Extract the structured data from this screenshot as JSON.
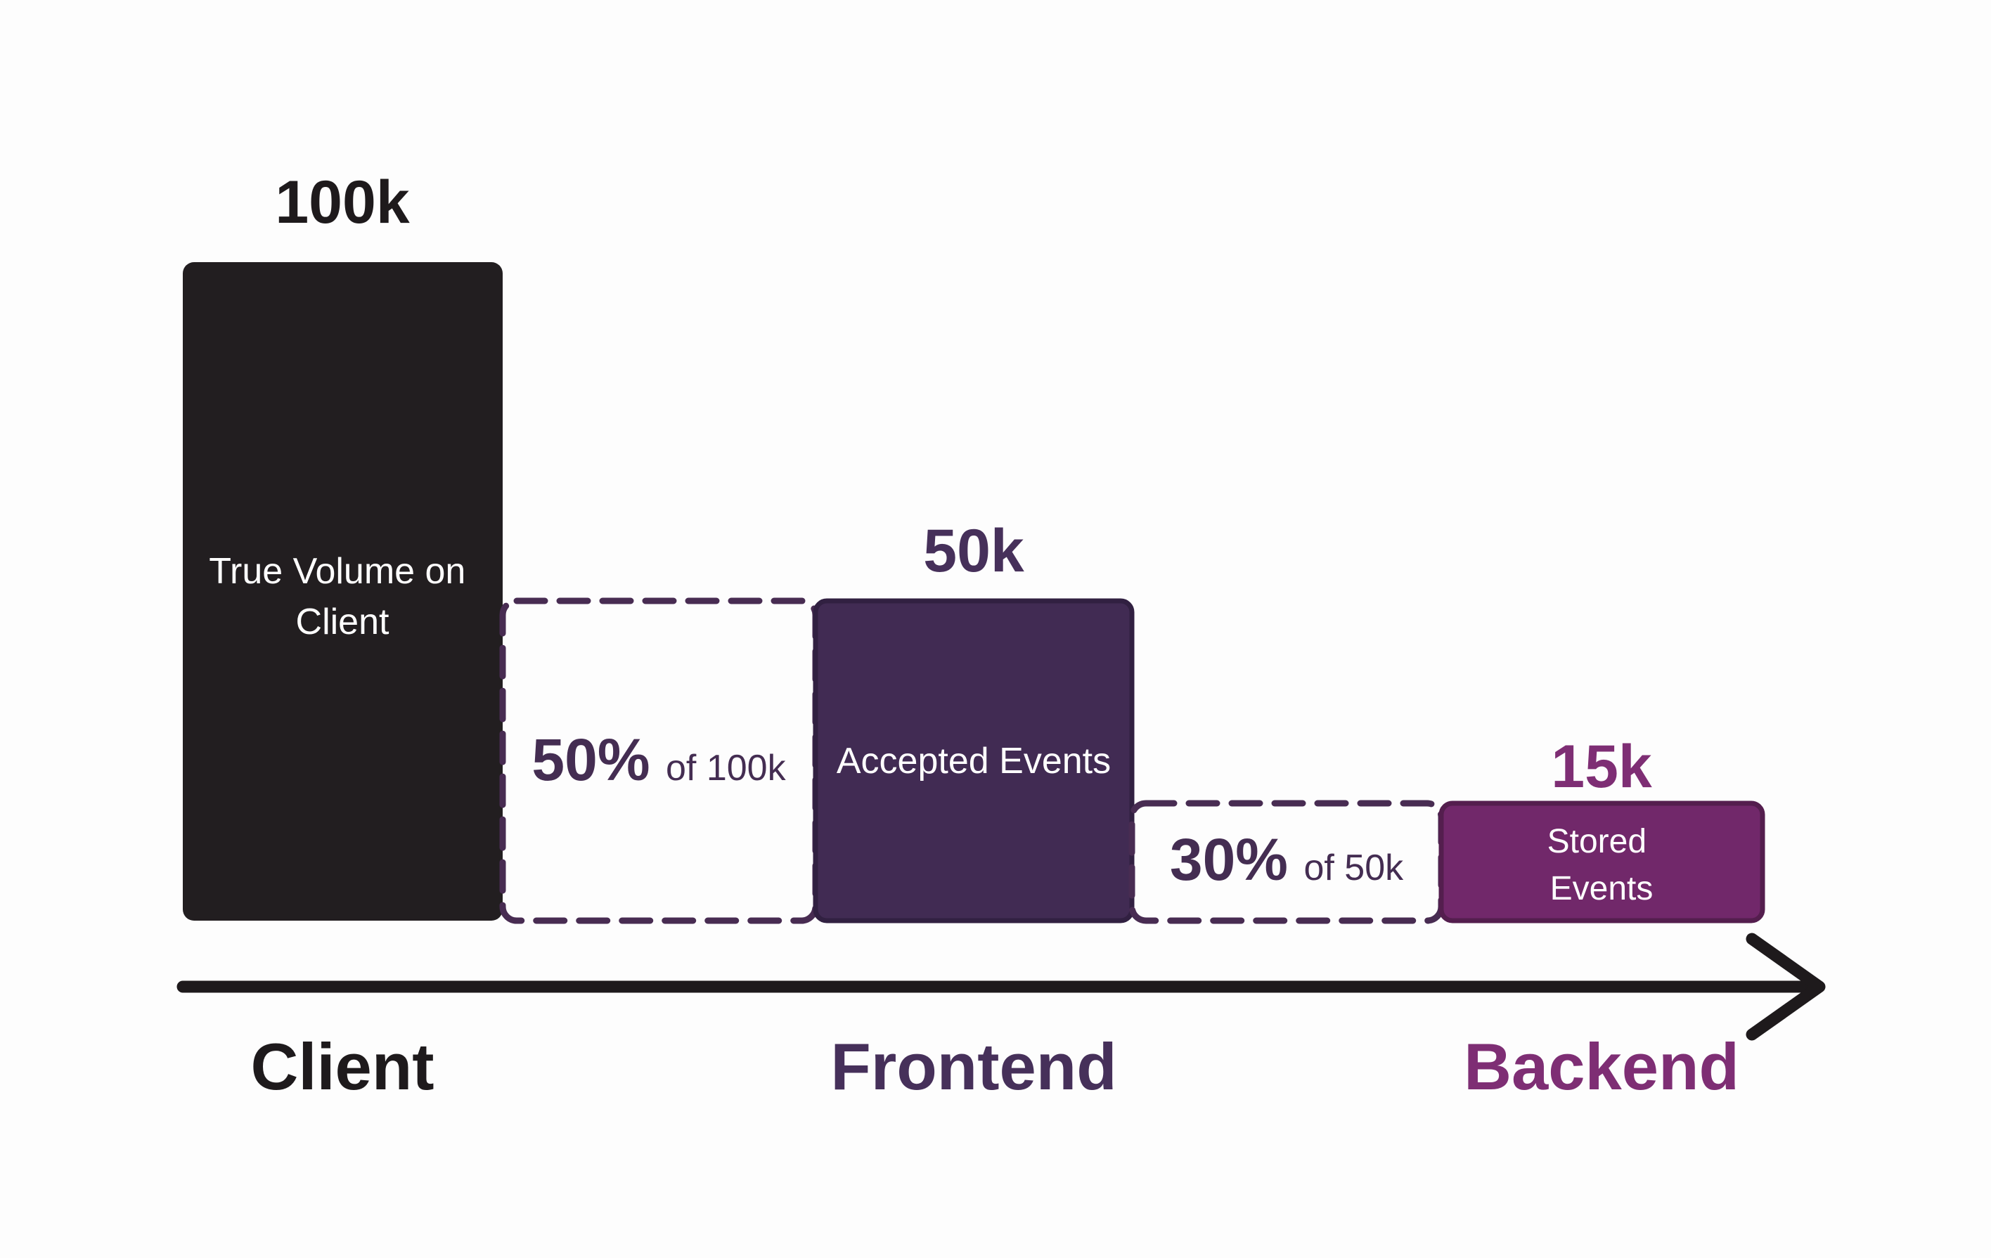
{
  "chart_data": {
    "type": "bar",
    "subtype": "funnel-flow",
    "title": "",
    "flow_axis_stages": [
      "Client",
      "Frontend",
      "Backend"
    ],
    "stages": [
      {
        "stage": "Client",
        "bar_label": "True Volume on Client",
        "bar_label_lines": [
          "True Volume on",
          "Client"
        ],
        "value": 100000,
        "value_label": "100k",
        "bar_color": "#221e20",
        "label_color": "#1e1a1c"
      },
      {
        "stage": "Frontend",
        "bar_label": "Accepted Events",
        "bar_label_lines": [
          "Accepted Events"
        ],
        "value": 50000,
        "value_label": "50k",
        "bar_color": "#412b53",
        "label_color": "#46305a"
      },
      {
        "stage": "Backend",
        "bar_label": "Stored Events",
        "bar_label_lines": [
          "Stored",
          "Events"
        ],
        "value": 15000,
        "value_label": "15k",
        "bar_color": "#71286a",
        "label_color": "#7e2e74"
      }
    ],
    "drops": [
      {
        "between": [
          "Client",
          "Frontend"
        ],
        "pct_label": "50%",
        "of_label": "of 100k",
        "retained_fraction": 0.5
      },
      {
        "between": [
          "Frontend",
          "Backend"
        ],
        "pct_label": "30%",
        "of_label": "of 50k",
        "retained_fraction": 0.3
      }
    ],
    "layout_hints": {
      "baseline_shared": true,
      "grid": "off",
      "legend": "none",
      "arrow_direction": "left-to-right"
    },
    "colors": {
      "background": "#fdfdfd",
      "client_bar": "#221e20",
      "frontend_bar_fill": "#412b53",
      "frontend_bar_border": "#312041",
      "backend_bar_fill": "#71286a",
      "backend_bar_border": "#541e4e",
      "dashed_outline": "#482c52",
      "bar_inner_text": "#ffffff",
      "dark_text": "#1e1a1c",
      "purple_text": "#46305a",
      "magenta_text": "#7e2e74",
      "arrow": "#1e1a1c"
    }
  }
}
